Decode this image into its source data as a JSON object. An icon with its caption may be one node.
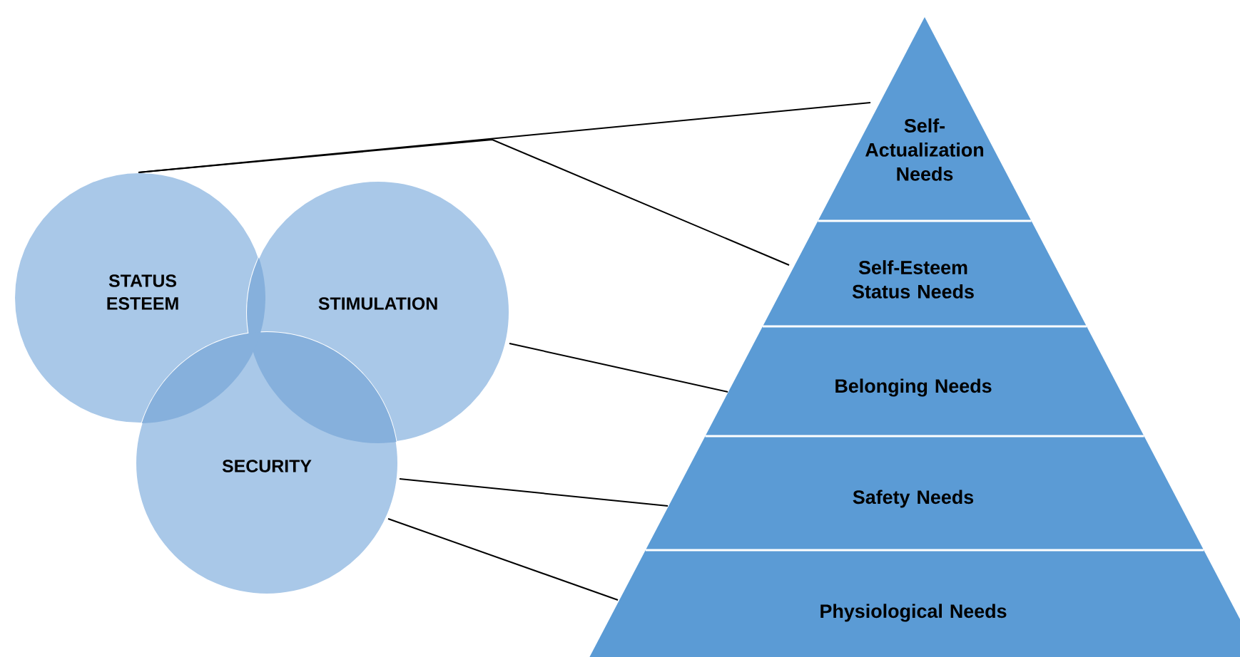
{
  "diagram": {
    "nodes": [
      {
        "text": [
          "STATUS ESTEEM"
        ]
      },
      {
        "text": [
          "STIMULATION"
        ]
      },
      {
        "text": [
          "SECURITY"
        ]
      },
      {
        "text": [
          "Self-Actualization Needs"
        ]
      },
      {
        "text": [
          "Self-Esteem Status Needs"
        ]
      },
      {
        "text": [
          "Belonging Needs"
        ]
      },
      {
        "text": [
          "Safety Needs"
        ]
      },
      {
        "text": [
          "Physiological Needs"
        ]
      }
    ],
    "edges": [
      {
        "from": 0,
        "to": 3,
        "arrow": "none"
      },
      {
        "from": 0,
        "to": 4,
        "arrow": "none"
      },
      {
        "from": 1,
        "to": 5,
        "arrow": "none"
      },
      {
        "from": 2,
        "to": 6,
        "arrow": "none"
      },
      {
        "from": 2,
        "to": 7,
        "arrow": "none"
      }
    ]
  }
}
